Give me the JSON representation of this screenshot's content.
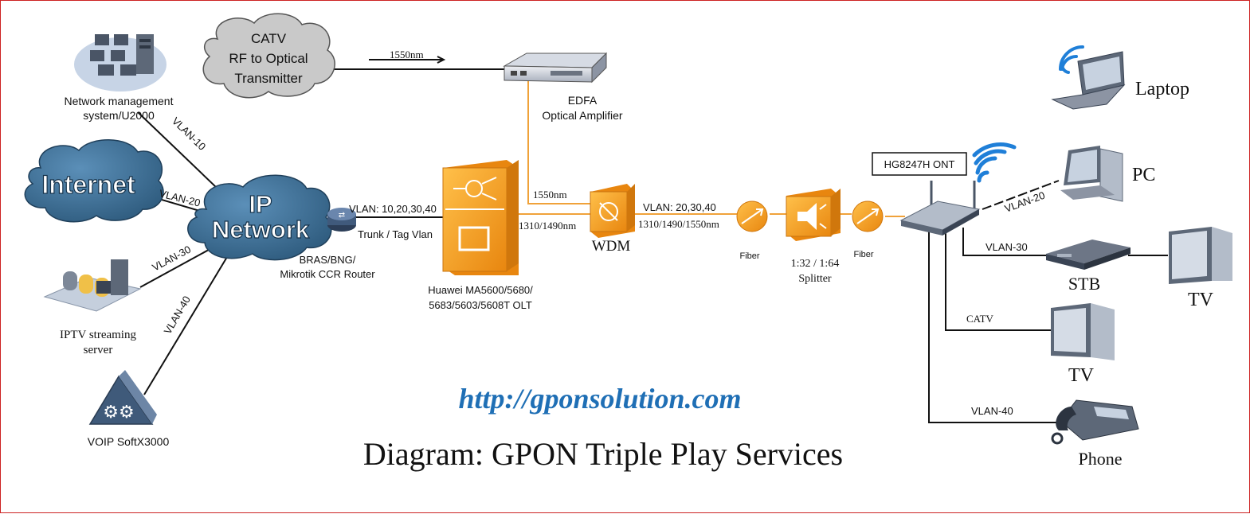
{
  "diagram": {
    "title": "Diagram: GPON Triple Play Services",
    "url": "http://gponsolution.com",
    "colors": {
      "fiber": "#f0a23a",
      "device_orange": "#f29b1f",
      "cloud_fill": "#3b6f96",
      "cloud_dark": "#2a5678",
      "catv_cloud": "#c9c9c9",
      "url_blue": "#1f6fb5",
      "wifi_blue": "#1f7fd8",
      "border": "#cc2222"
    },
    "catv": {
      "line1": "CATV",
      "line2": "RF to Optical",
      "line3": "Transmitter"
    },
    "edfa": {
      "line1": "EDFA",
      "line2": "Optical Amplifier"
    },
    "nms": {
      "line1": "Network management",
      "line2": "system/U2000"
    },
    "internet": {
      "label": "Internet"
    },
    "ip_network": {
      "line1": "IP",
      "line2": "Network"
    },
    "iptv": {
      "line1": "IPTV streaming",
      "line2": "server"
    },
    "voip": {
      "label": "VOIP SoftX3000"
    },
    "router": {
      "line1": "BRAS/BNG/",
      "line2": "Mikrotik CCR Router"
    },
    "olt": {
      "line1": "Huawei MA5600/5680/",
      "line2": "5683/5603/5608T OLT"
    },
    "wdm": {
      "label": "WDM"
    },
    "splitter": {
      "line1": "1:32 / 1:64",
      "line2": "Splitter"
    },
    "ont": {
      "label": "HG8247H ONT"
    },
    "fiber_left": "Fiber",
    "fiber_right": "Fiber",
    "links": {
      "vlan10": "VLAN-10",
      "vlan20_left": "VLAN-20",
      "vlan30_left": "VLAN-30",
      "vlan40_left": "VLAN-40",
      "router_vlans": "VLAN: 10,20,30,40",
      "trunk": "Trunk / Tag Vlan",
      "catv_1550": "1550nm",
      "edfa_1550": "1550nm",
      "olt_wl": "1310/1490nm",
      "wdm_vlans": "VLAN: 20,30,40",
      "wdm_wl": "1310/1490/1550nm",
      "vlan20_right": "VLAN-20",
      "vlan30_right": "VLAN-30",
      "catv_right": "CATV",
      "vlan40_right": "VLAN-40"
    },
    "devices": {
      "laptop": "Laptop",
      "pc": "PC",
      "stb": "STB",
      "tv_stb": "TV",
      "tv_catv": "TV",
      "phone": "Phone"
    }
  }
}
